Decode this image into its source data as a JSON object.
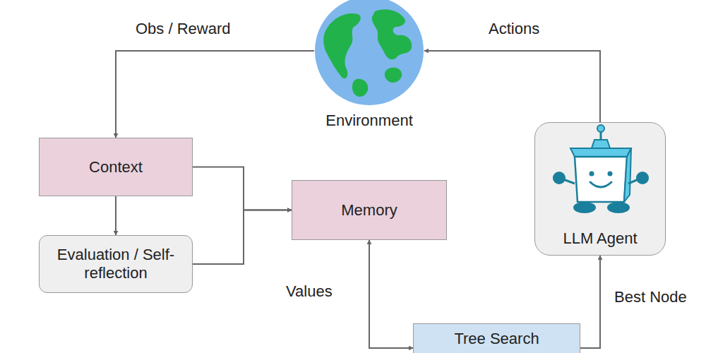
{
  "diagram": {
    "nodes": [
      {
        "text": [
          "Environment"
        ]
      },
      {
        "text": [
          "Context"
        ]
      },
      {
        "text": [
          "Memory"
        ]
      },
      {
        "text": [
          "LLM Agent"
        ]
      },
      {
        "text": [
          "Evaluation / Self-reflection"
        ]
      },
      {
        "text": [
          "Tree Search"
        ]
      }
    ],
    "edges": [
      {
        "from": 0,
        "to": 1,
        "label": "Obs / Reward",
        "arrow": "to"
      },
      {
        "from": 3,
        "to": 0,
        "label": "Actions",
        "arrow": "to"
      },
      {
        "from": 1,
        "to": 2,
        "arrow": "to"
      },
      {
        "from": 1,
        "to": 4,
        "arrow": "to"
      },
      {
        "from": 4,
        "to": 2,
        "arrow": "to"
      },
      {
        "from": 2,
        "to": 5,
        "label": "Values",
        "arrow": "both"
      },
      {
        "from": 5,
        "to": 3,
        "label": "Best Node",
        "arrow": "to"
      }
    ]
  }
}
